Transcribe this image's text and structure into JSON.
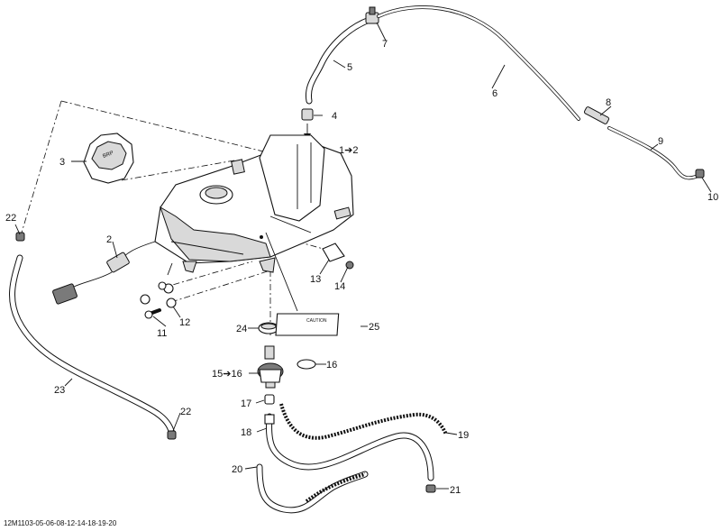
{
  "callouts": [
    {
      "id": "c1",
      "text": "1➔2"
    },
    {
      "id": "c2",
      "text": "2"
    },
    {
      "id": "c3",
      "text": "3"
    },
    {
      "id": "c4",
      "text": "4"
    },
    {
      "id": "c5",
      "text": "5"
    },
    {
      "id": "c6",
      "text": "6"
    },
    {
      "id": "c7",
      "text": "7"
    },
    {
      "id": "c8",
      "text": "8"
    },
    {
      "id": "c9",
      "text": "9"
    },
    {
      "id": "c10",
      "text": "10"
    },
    {
      "id": "c11",
      "text": "11"
    },
    {
      "id": "c12",
      "text": "12"
    },
    {
      "id": "c13",
      "text": "13"
    },
    {
      "id": "c14",
      "text": "14"
    },
    {
      "id": "c15",
      "text": "15➔16"
    },
    {
      "id": "c16",
      "text": "16"
    },
    {
      "id": "c17",
      "text": "17"
    },
    {
      "id": "c18",
      "text": "18"
    },
    {
      "id": "c19",
      "text": "19"
    },
    {
      "id": "c20",
      "text": "20"
    },
    {
      "id": "c21",
      "text": "21"
    },
    {
      "id": "c22a",
      "text": "22"
    },
    {
      "id": "c22b",
      "text": "22"
    },
    {
      "id": "c23",
      "text": "23"
    },
    {
      "id": "c24",
      "text": "24"
    },
    {
      "id": "c25",
      "text": "25"
    }
  ],
  "decal_text": "CAUTION",
  "reference_code": "12M1103-05-06-08-12-14-18-19-20"
}
